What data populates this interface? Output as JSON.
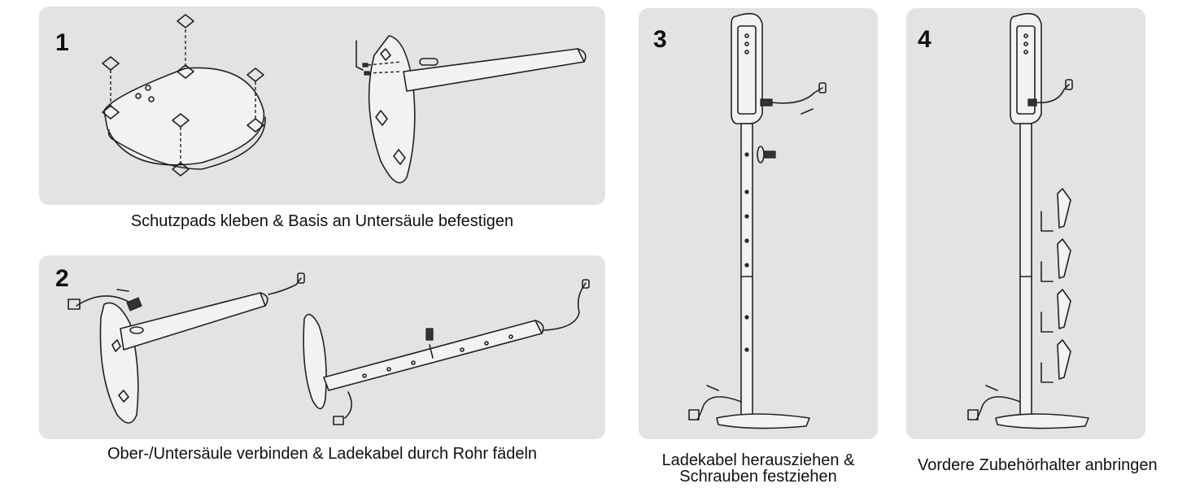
{
  "steps": [
    {
      "number": "1",
      "caption": "Schutzpads kleben & Basis an Untersäule befestigen"
    },
    {
      "number": "2",
      "caption": "Ober-/Untersäule verbinden & Ladekabel durch Rohr fädeln"
    },
    {
      "number": "3",
      "caption_line1": "Ladekabel herausziehen &",
      "caption_line2": "Schrauben festziehen"
    },
    {
      "number": "4",
      "caption": "Vordere Zubehörhalter anbringen"
    }
  ],
  "colors": {
    "panel_bg": "#e3e3e3",
    "line": "#222222",
    "text": "#111111"
  }
}
